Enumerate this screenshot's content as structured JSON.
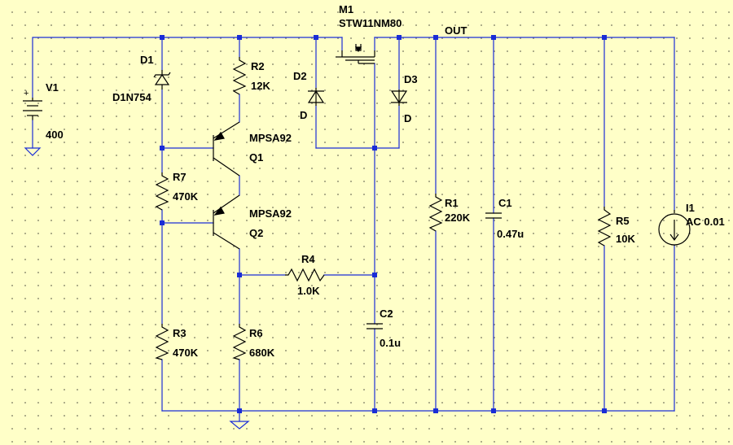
{
  "components": {
    "V1": {
      "ref": "V1",
      "value": "400"
    },
    "D1": {
      "ref": "D1",
      "value": "D1N754"
    },
    "R2": {
      "ref": "R2",
      "value": "12K"
    },
    "D2": {
      "ref": "D2",
      "value": "D"
    },
    "D3": {
      "ref": "D3",
      "value": "D"
    },
    "M1": {
      "ref": "M1",
      "value": "STW11NM80"
    },
    "Q1": {
      "ref": "Q1",
      "value": "MPSA92"
    },
    "Q2": {
      "ref": "Q2",
      "value": "MPSA92"
    },
    "R7": {
      "ref": "R7",
      "value": "470K"
    },
    "R3": {
      "ref": "R3",
      "value": "470K"
    },
    "R6": {
      "ref": "R6",
      "value": "680K"
    },
    "R4": {
      "ref": "R4",
      "value": "1.0K"
    },
    "C2": {
      "ref": "C2",
      "value": "0.1u"
    },
    "R1": {
      "ref": "R1",
      "value": "220K"
    },
    "C1": {
      "ref": "C1",
      "value": "0.47u"
    },
    "R5": {
      "ref": "R5",
      "value": "10K"
    },
    "I1": {
      "ref": "I1",
      "value": "AC 0.01"
    }
  },
  "nets": {
    "out": "OUT"
  },
  "symbols": {
    "v1_plus": "+"
  },
  "colors": {
    "background": "#ffffc8",
    "wire": "#1a2dd6",
    "component": "#000000",
    "label": "#000000"
  }
}
